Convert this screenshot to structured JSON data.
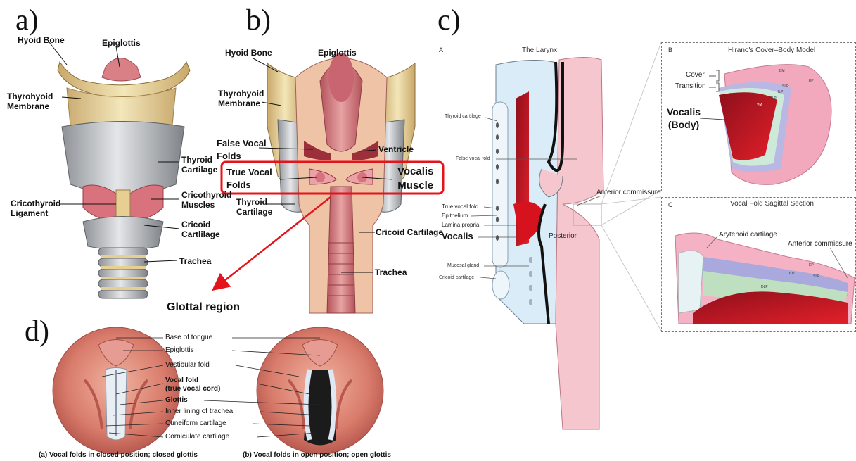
{
  "panels": {
    "a": {
      "letter": "a)",
      "labels": {
        "hyoid_bone": "Hyoid Bone",
        "epiglottis": "Epiglottis",
        "thyrohyoid_membrane": "Thyrohyoid\nMembrane",
        "thyroid_cartilage": "Thyroid\nCartilage",
        "cricothyroid_ligament": "Cricothyroid\nLigament",
        "cricothyroid_muscles": "Cricothyroid\nMuscles",
        "cricoid_cartilage": "Cricoid\nCartlilage",
        "trachea": "Trachea"
      }
    },
    "b": {
      "letter": "b)",
      "labels": {
        "hyoid_bone": "Hyoid Bone",
        "epiglottis": "Epiglottis",
        "thyrohyoid_membrane": "Thyrohyoid\nMembrane",
        "false_vocal_folds": "False Vocal\nFolds",
        "ventricle": "Ventricle",
        "true_vocal_folds": "True Vocal\nFolds",
        "vocalis_muscle": "Vocalis\nMuscle",
        "thyroid_cartilage": "Thyroid\nCartilage",
        "cricoid_cartilage": "Cricoid Cartilage",
        "trachea": "Trachea",
        "glottal_region": "Glottal region"
      }
    },
    "c": {
      "letter": "c)",
      "A": {
        "tag": "A",
        "title": "The Larynx",
        "thyroid_cartilage": "Thyroid cartilage",
        "false_vocal_fold": "False vocal fold",
        "true_vocal_fold": "True vocal fold",
        "epithelium": "Epithelium",
        "lamina_propria": "Lamina propria",
        "vocalis": "Vocalis",
        "mucosal_gland": "Mucosal gland",
        "cricoid_cartilage": "Cricoid cartilage",
        "anterior_commissure": "Anterior commissure",
        "posterior": "Posterior"
      },
      "B": {
        "tag": "B",
        "title": "Hirano's Cover–Body Model",
        "cover": "Cover",
        "transition": "Transition",
        "vocalis_body": "Vocalis\n(Body)",
        "bm": "BM",
        "ep": "EP",
        "slp": "SLP",
        "ilp": "ILP",
        "dlp": "DLP",
        "vm": "VM"
      },
      "C": {
        "tag": "C",
        "title": "Vocal Fold Sagittal Section",
        "arytenoid": "Arytenoid cartilage",
        "anterior_commissure": "Anterior commissure",
        "ep": "EP",
        "ilp": "ILP",
        "slp": "SLP",
        "dlp": "DLP"
      }
    },
    "d": {
      "letter": "d)",
      "labels": {
        "base_of_tongue": "Base of tongue",
        "epiglottis": "Epiglottis",
        "vestibular_fold": "Vestibular fold",
        "vocal_fold": "Vocal fold\n(true vocal cord)",
        "glottis": "Glottis",
        "inner_lining": "Inner lining of trachea",
        "cuneiform": "Cuneiform cartilage",
        "corniculate": "Corniculate cartilage"
      },
      "caption_closed": "(a) Vocal folds in closed position; closed glottis",
      "caption_open": "(b) Vocal folds in open position; open glottis"
    }
  },
  "colors": {
    "cartilage": "#e9d79e",
    "thyroid_gray": "#b9bcc0",
    "muscle_red": "#c8102e",
    "mucosa_pink": "#f4b7c0",
    "highlight_red": "#e4141c",
    "light_blue": "#d9ecf7"
  }
}
